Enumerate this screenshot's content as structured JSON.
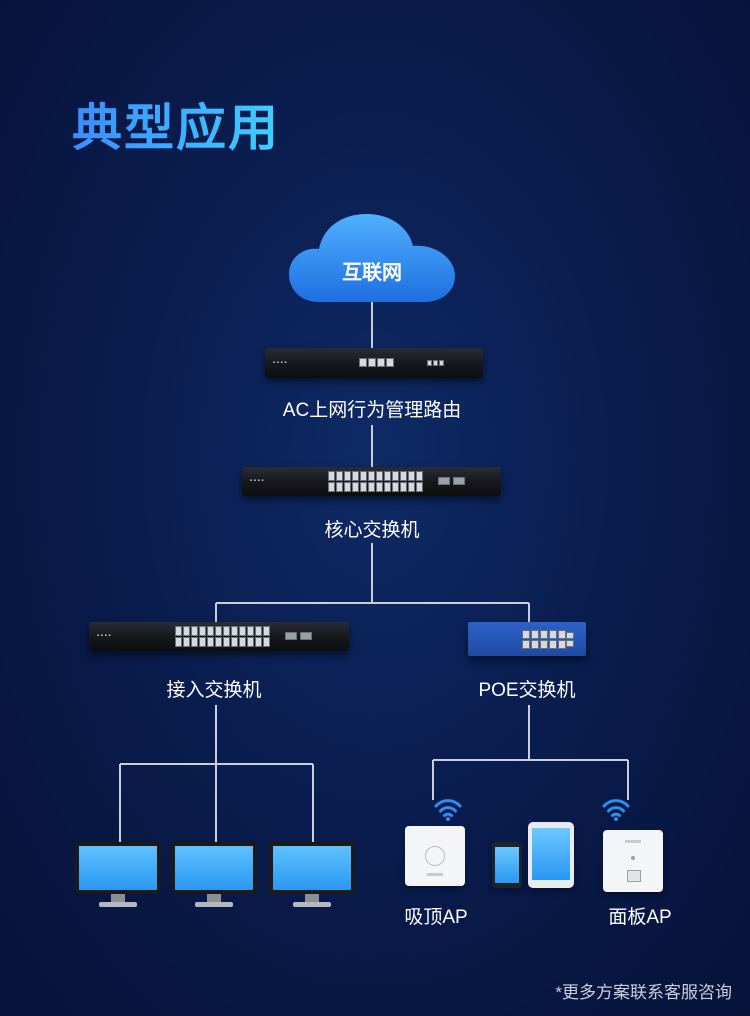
{
  "title": "典型应用",
  "cloud_label": "互联网",
  "nodes": {
    "router": "AC上网行为管理路由",
    "core_switch": "核心交换机",
    "access_switch": "接入交换机",
    "poe_switch": "POE交换机",
    "ceiling_ap": "吸顶AP",
    "panel_ap": "面板AP"
  },
  "footer_note": "*更多方案联系客服咨询",
  "colors": {
    "background": "#0a1d4f",
    "title_gradient_start": "#3b8cff",
    "title_gradient_end": "#3fd0ff",
    "cloud": "#2f8df0",
    "wifi": "#2f8df0",
    "screen": "#3aa8f5"
  },
  "icons": [
    "cloud-icon",
    "router-icon",
    "switch-icon",
    "poe-switch-icon",
    "monitor-icon",
    "ceiling-ap-icon",
    "tablet-icon",
    "phone-icon",
    "panel-ap-icon",
    "wifi-icon"
  ]
}
